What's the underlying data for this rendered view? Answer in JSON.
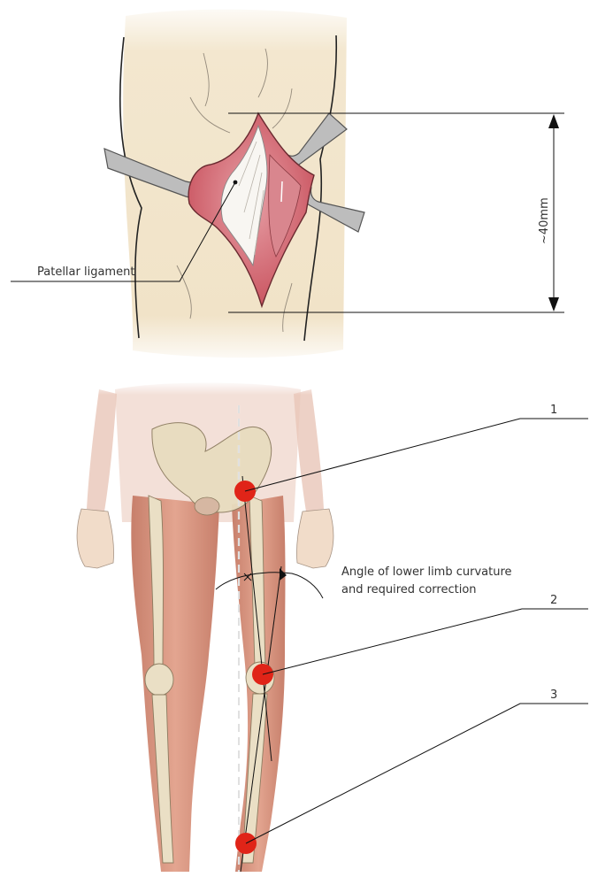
{
  "knee_figure": {
    "ligament_label": "Patellar ligament",
    "incision_length_label": "~40mm"
  },
  "limb_figure": {
    "markers": [
      {
        "number": "1"
      },
      {
        "number": "2"
      },
      {
        "number": "3"
      }
    ],
    "angle_label_line1": "Angle of lower limb curvature",
    "angle_label_line2": "and required correction"
  },
  "colors": {
    "skin": "#f2e6cf",
    "wound": "#d4707a",
    "ligament": "#f8f6f2",
    "retractor": "#b8b8b8",
    "muscle": "#d79580",
    "bone": "#e8dcbf",
    "marker": "#e02418",
    "line": "#222222"
  }
}
